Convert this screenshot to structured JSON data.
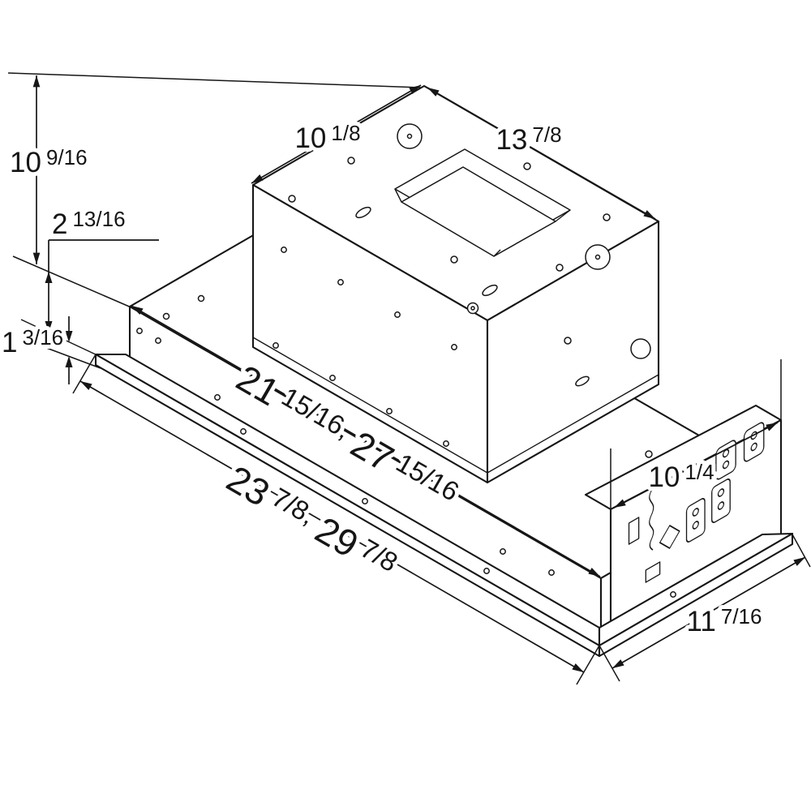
{
  "colors": {
    "ink": "#161616",
    "background": "#ffffff"
  },
  "dims": {
    "overall_height": {
      "whole": "10",
      "frac": "9/16"
    },
    "upper_offset": {
      "whole": "2",
      "frac": "13/16"
    },
    "flange_lip": {
      "whole": "1",
      "frac": "3/16"
    },
    "plenum_width": {
      "whole": "10",
      "frac": "1/8"
    },
    "plenum_depth": {
      "whole": "13",
      "frac": "7/8"
    },
    "body_length": {
      "w1": "21",
      "f1": "15/16,",
      "w2": "27",
      "f2": "15/16"
    },
    "flange_length": {
      "w1": "23",
      "f1": "7/8,",
      "w2": "29",
      "f2": "7/8"
    },
    "end_depth": {
      "whole": "10",
      "frac": "1/4"
    },
    "flange_depth": {
      "whole": "11",
      "frac": "7/16"
    }
  }
}
